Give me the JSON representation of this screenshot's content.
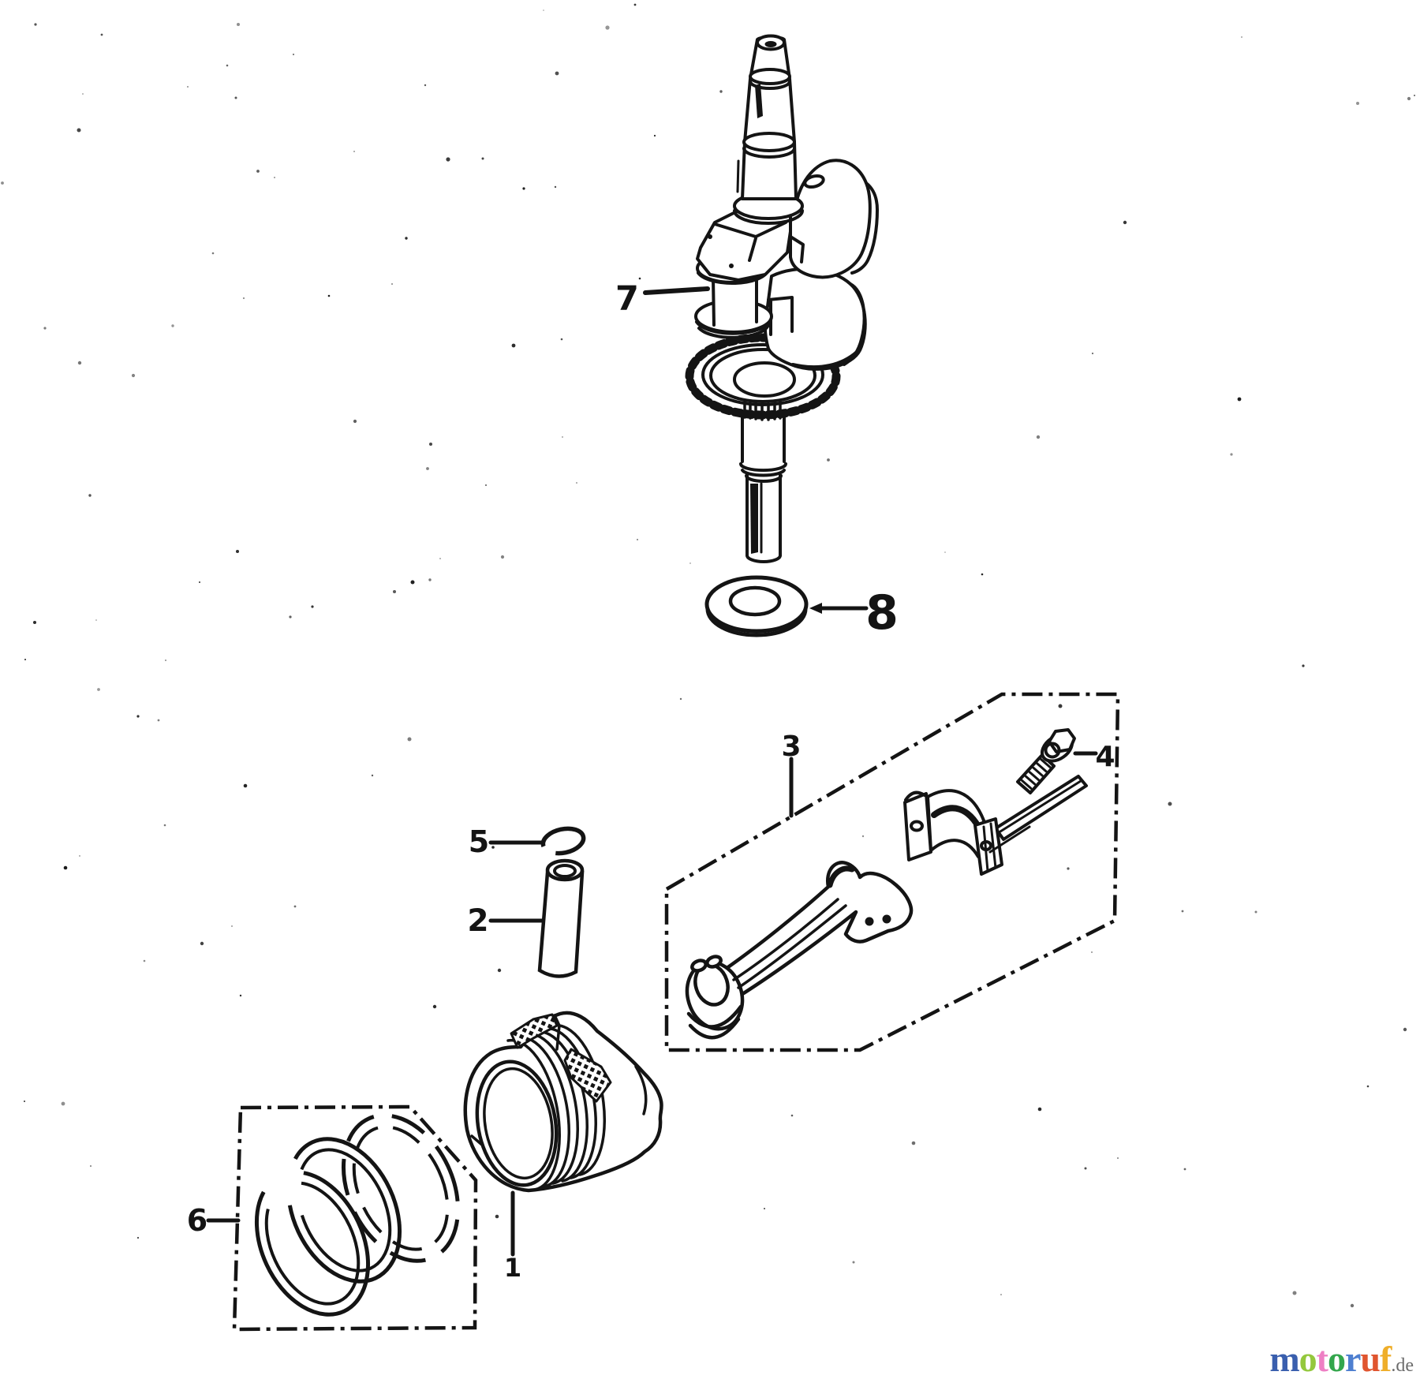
{
  "page": {
    "background": "#ffffff",
    "ink": "#141414",
    "description_type": "exploded-parts-diagram"
  },
  "diagram": {
    "callouts": {
      "c1": "1",
      "c2": "2",
      "c3": "3",
      "c4": "4",
      "c5": "5",
      "c6": "6",
      "c7": "7",
      "c8": "8"
    }
  },
  "watermark": {
    "letters": [
      {
        "ch": "m",
        "color": "#3a5fae"
      },
      {
        "ch": "o",
        "color": "#94c83d"
      },
      {
        "ch": "t",
        "color": "#ee7fc4"
      },
      {
        "ch": "o",
        "color": "#33a64c"
      },
      {
        "ch": "r",
        "color": "#4e7fd0"
      },
      {
        "ch": "u",
        "color": "#e0552f"
      },
      {
        "ch": "f",
        "color": "#efae2a"
      }
    ],
    "suffix": ".de",
    "suffix_color": "#6b6b6b"
  }
}
